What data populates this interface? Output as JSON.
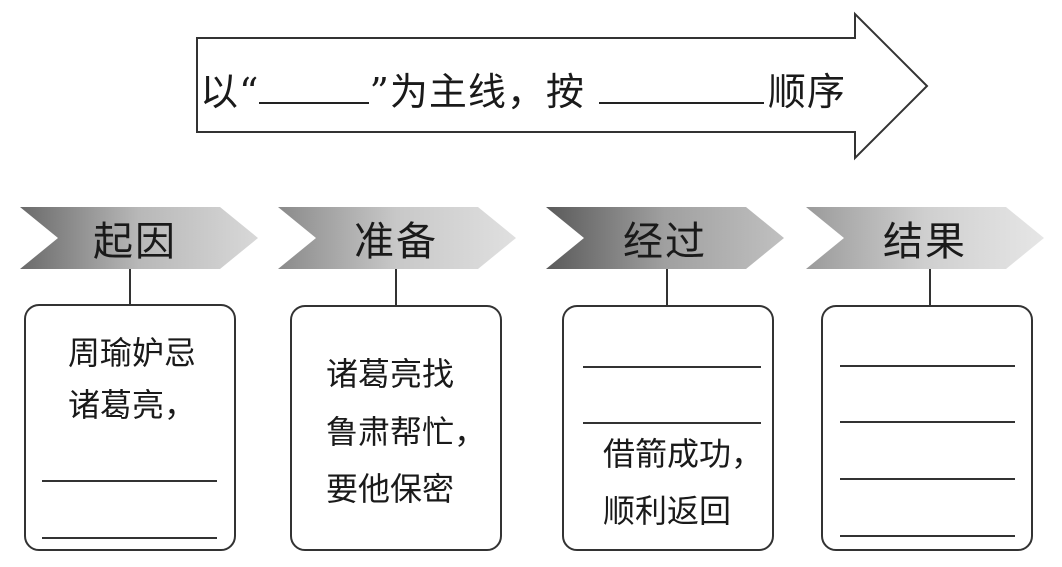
{
  "arrow": {
    "prefix": "以“",
    "middle": "”为主线，按",
    "suffix": "顺序"
  },
  "stages": [
    {
      "label": "起因",
      "text_lines": [
        "周瑜妒忌",
        "诸葛亮，"
      ]
    },
    {
      "label": "准备",
      "text_lines": [
        "诸葛亮找",
        "鲁肃帮忙，",
        "要他保密"
      ]
    },
    {
      "label": "经过",
      "text_lines": [
        "借箭成功，",
        "顺利返回"
      ]
    },
    {
      "label": "结果",
      "text_lines": []
    }
  ]
}
